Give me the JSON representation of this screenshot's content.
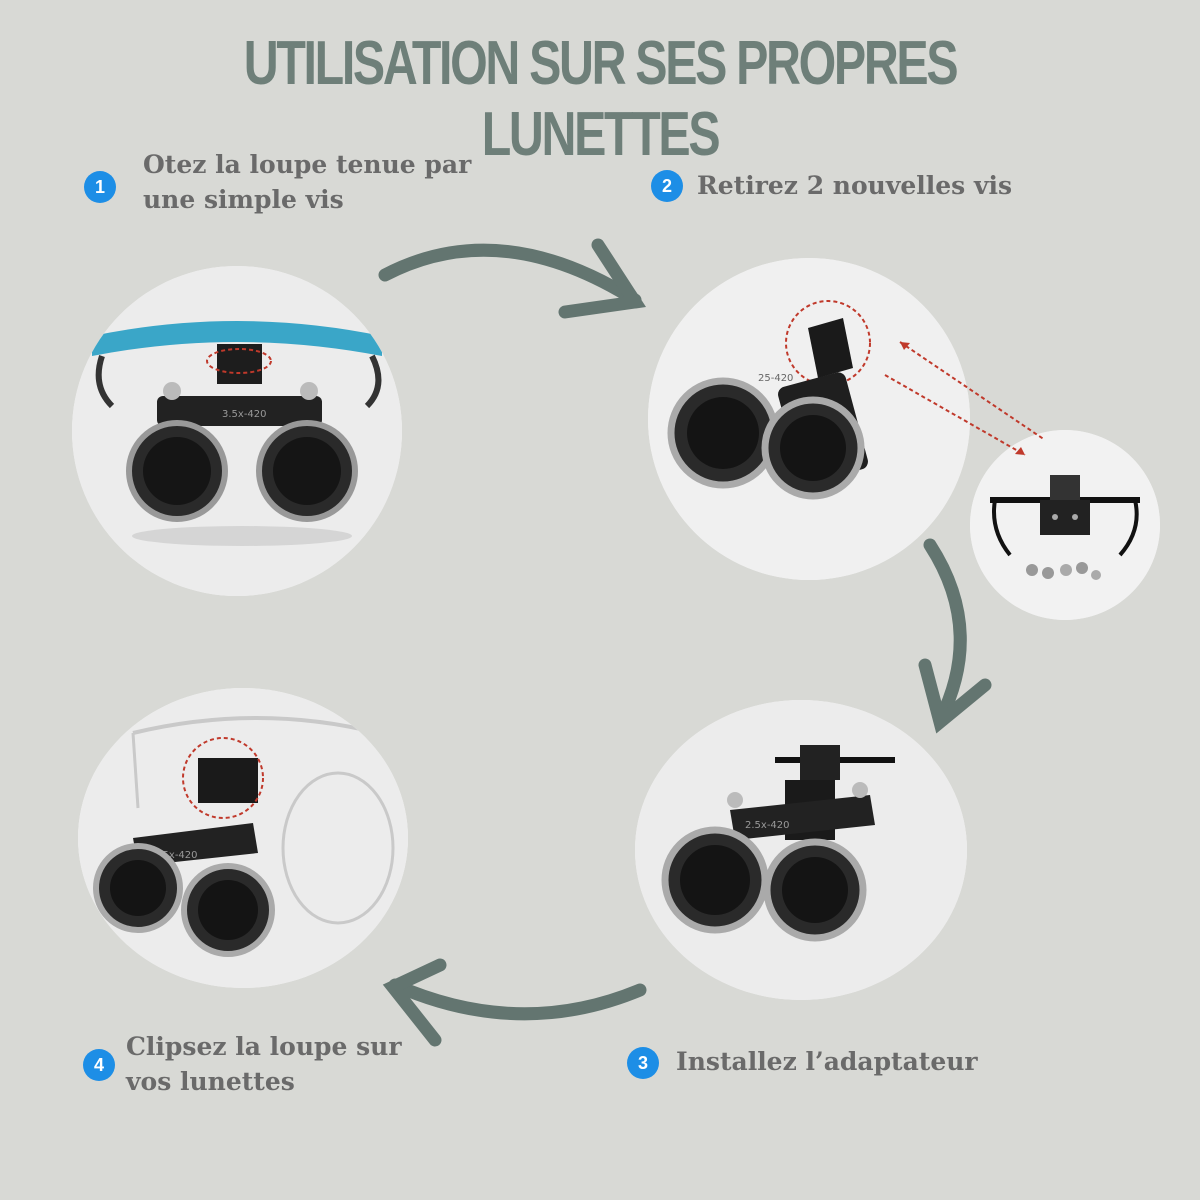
{
  "title": "UTILISATION SUR SES PROPRES LUNETTES",
  "steps": [
    {
      "number": "1",
      "text_line1": "Otez la loupe tenue par",
      "text_line2": "une simple vis"
    },
    {
      "number": "2",
      "text_line1": "Retirez 2 nouvelles vis"
    },
    {
      "number": "3",
      "text_line1": "Installez l’adaptateur"
    },
    {
      "number": "4",
      "text_line1": "Clipsez la loupe sur",
      "text_line2": "vos lunettes"
    }
  ],
  "magnifier_labels": {
    "step1": "3.5x-420",
    "step2": "25-420",
    "step3": "2.5x-420",
    "step4": "3.5x-420"
  },
  "colors": {
    "background": "#d8d9d5",
    "title": "#6e7f79",
    "arrow": "#637570",
    "badge": "#1d8ee6",
    "text": "#6a6a6a",
    "highlight": "#c0392b"
  },
  "icons": [
    "loupe-photo",
    "adapter-photo",
    "screws-icon",
    "curved-arrow-icon"
  ]
}
